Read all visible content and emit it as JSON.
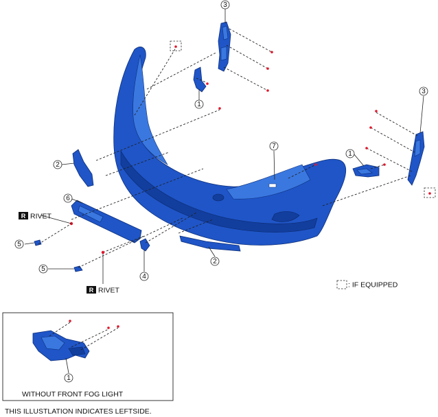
{
  "callouts": {
    "c1a": "1",
    "c1b": "1",
    "c1inset": "1",
    "c2a": "2",
    "c2b": "2",
    "c3a": "3",
    "c3b": "3",
    "c4": "4",
    "c5a": "5",
    "c5b": "5",
    "c6": "6",
    "c7": "7"
  },
  "rivet_labels": {
    "badge": "R",
    "upper": "RIVET",
    "lower": "RIVET"
  },
  "legend": {
    "if_equipped": ": IF EQUIPPED"
  },
  "inset": {
    "caption": "WITHOUT FRONT FOG LIGHT"
  },
  "footer_note": "THIS ILLUSTLATION INDICATES LEFTSIDE.",
  "colors": {
    "part_blue": "#1f55c7",
    "fastener_red": "#e0162b"
  }
}
